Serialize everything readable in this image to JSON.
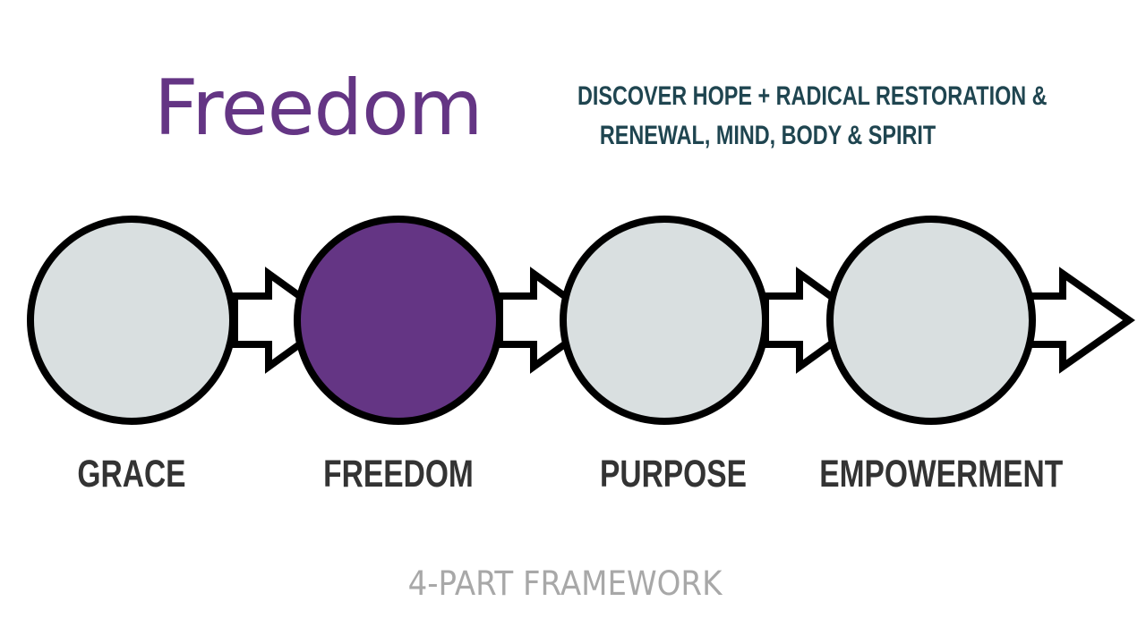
{
  "title": "Freedom",
  "subtitle": {
    "line1": "DISCOVER HOPE + RADICAL RESTORATION &",
    "line2": "RENEWAL, MIND, BODY & SPIRIT"
  },
  "steps": [
    {
      "label": "GRACE",
      "active": false
    },
    {
      "label": "FREEDOM",
      "active": true
    },
    {
      "label": "PURPOSE",
      "active": false
    },
    {
      "label": "EMPOWERMENT",
      "active": false
    }
  ],
  "footer": "4-PART FRAMEWORK",
  "colors": {
    "accent": "#643584",
    "inactive_fill": "#d9dfe0",
    "outline": "#000000",
    "subtitle": "#1f4550",
    "label": "#333333",
    "footer": "#a8a8a8"
  }
}
